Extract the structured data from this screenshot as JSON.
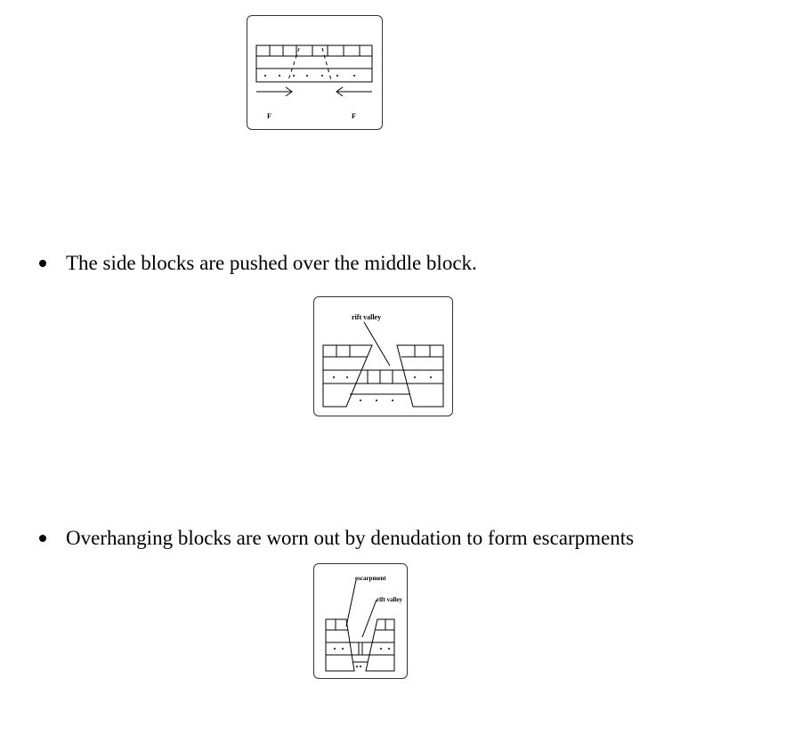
{
  "figures": [
    {
      "labels": {
        "force_left": "F",
        "force_right": "F"
      }
    },
    {
      "labels": {
        "rift": "rift valley"
      }
    },
    {
      "labels": {
        "escarpment": "escarpment",
        "rift": "rift valley"
      }
    }
  ],
  "bullets": [
    "The side blocks are pushed over the middle block.",
    "Overhanging blocks are worn out by denudation to form escarpments"
  ]
}
